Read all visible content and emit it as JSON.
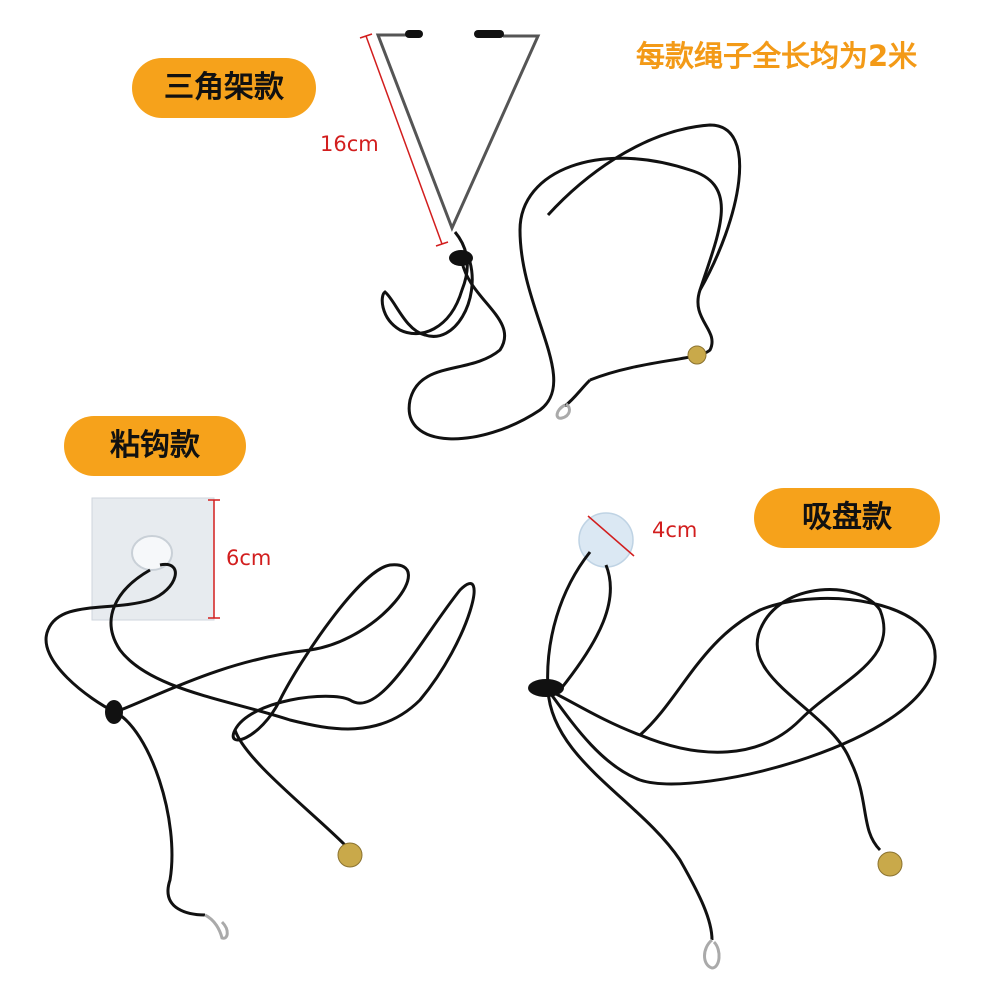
{
  "headline": "每款绳子全长均为2米",
  "labels": {
    "tripod": "三角架款",
    "hook": "粘钩款",
    "suction": "吸盘款"
  },
  "dimensions": {
    "tripod": "16cm",
    "hook": "6cm",
    "suction": "4cm"
  },
  "colors": {
    "label_bg": "#f6a21b",
    "headline": "#f39a17",
    "dimension": "#d21e1e",
    "rope": "#111111",
    "bell": "#c9a94a"
  }
}
